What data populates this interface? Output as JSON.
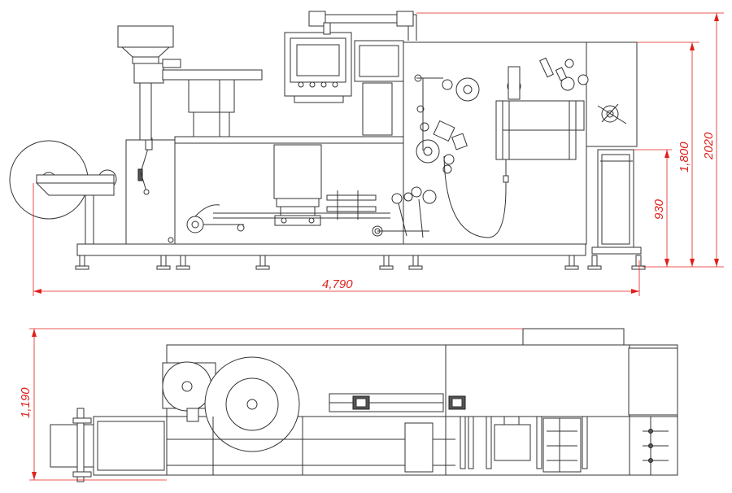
{
  "drawing": {
    "colors": {
      "dimension": "#e0201a",
      "machine_line": "#333333",
      "background": "#ffffff"
    },
    "front_view": {
      "length_label": "4,790",
      "height_total_label": "2020",
      "height_frame_label": "1,800",
      "height_table_label": "930"
    },
    "top_view": {
      "width_label": "1,190"
    }
  }
}
